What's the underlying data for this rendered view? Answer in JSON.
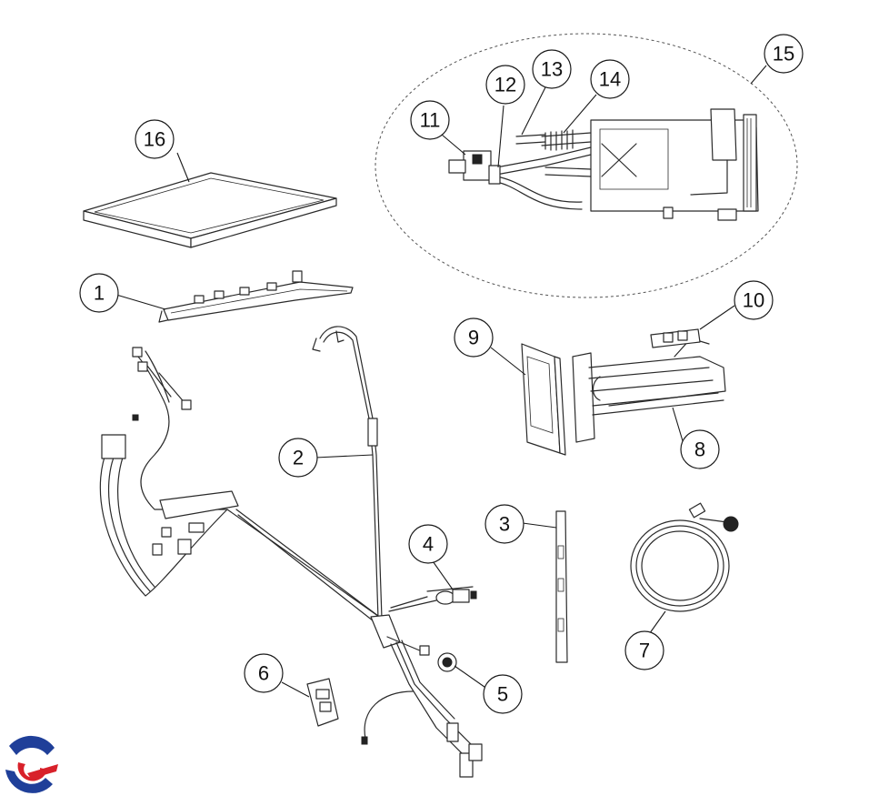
{
  "callouts": [
    {
      "id": "1",
      "label": "1"
    },
    {
      "id": "2",
      "label": "2"
    },
    {
      "id": "3",
      "label": "3"
    },
    {
      "id": "4",
      "label": "4"
    },
    {
      "id": "5",
      "label": "5"
    },
    {
      "id": "6",
      "label": "6"
    },
    {
      "id": "7",
      "label": "7"
    },
    {
      "id": "8",
      "label": "8"
    },
    {
      "id": "9",
      "label": "9"
    },
    {
      "id": "10",
      "label": "10"
    },
    {
      "id": "11",
      "label": "11"
    },
    {
      "id": "12",
      "label": "12"
    },
    {
      "id": "13",
      "label": "13"
    },
    {
      "id": "14",
      "label": "14"
    },
    {
      "id": "15",
      "label": "15"
    },
    {
      "id": "16",
      "label": "16"
    }
  ],
  "colors": {
    "logo_blue": "#1f3f99",
    "logo_red": "#d8212a"
  },
  "icons": {
    "logo": "brand-logo-icon"
  }
}
